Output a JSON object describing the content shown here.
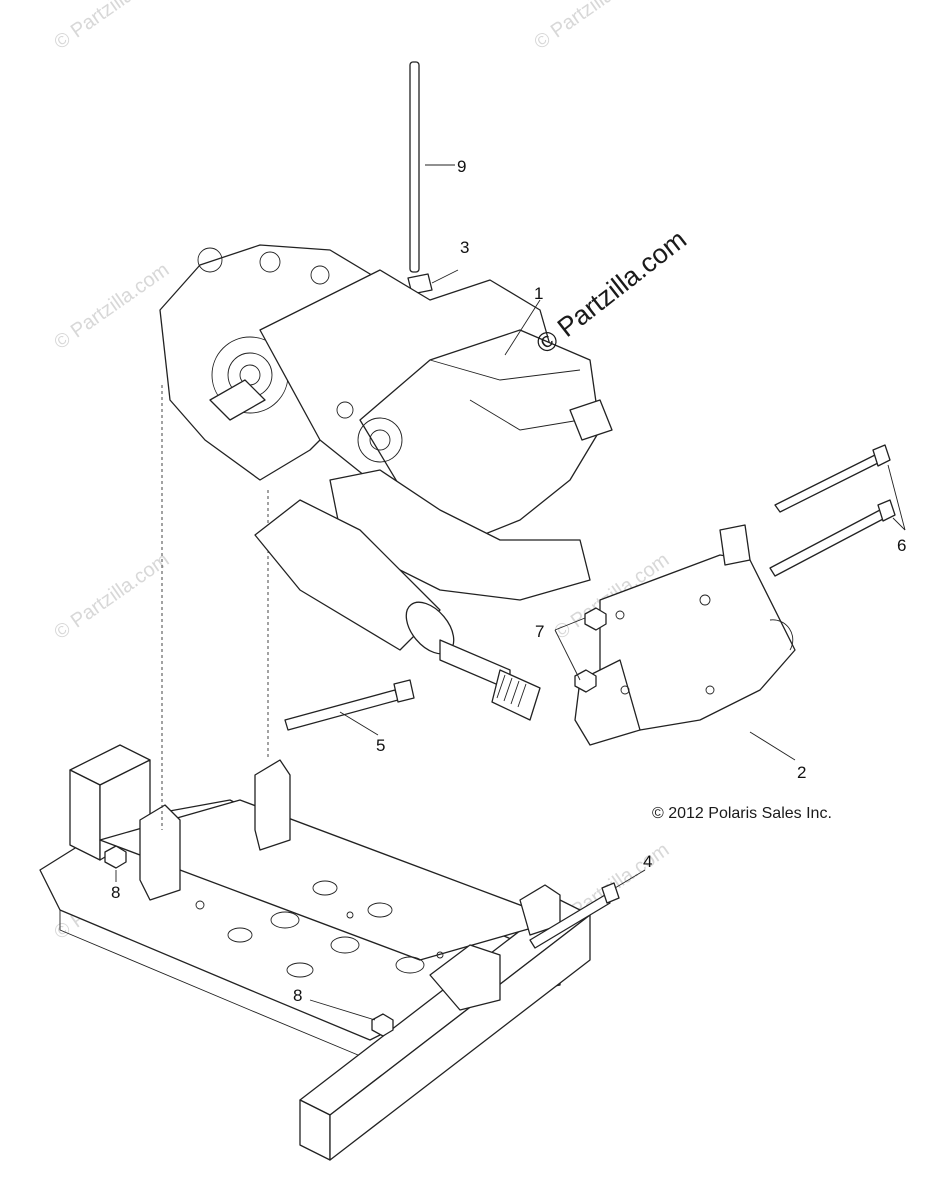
{
  "callouts": {
    "c1": "1",
    "c2": "2",
    "c3": "3",
    "c4": "4",
    "c5": "5",
    "c6": "6",
    "c7": "7",
    "c8a": "8",
    "c8b": "8",
    "c9": "9"
  },
  "watermark_main": "© Partzilla.com",
  "watermark_faint": "© Partzilla.com",
  "copyright": "© 2012 Polaris Sales Inc.",
  "colors": {
    "line": "#222222",
    "watermark": "#d8d8d8",
    "background": "#ffffff"
  }
}
